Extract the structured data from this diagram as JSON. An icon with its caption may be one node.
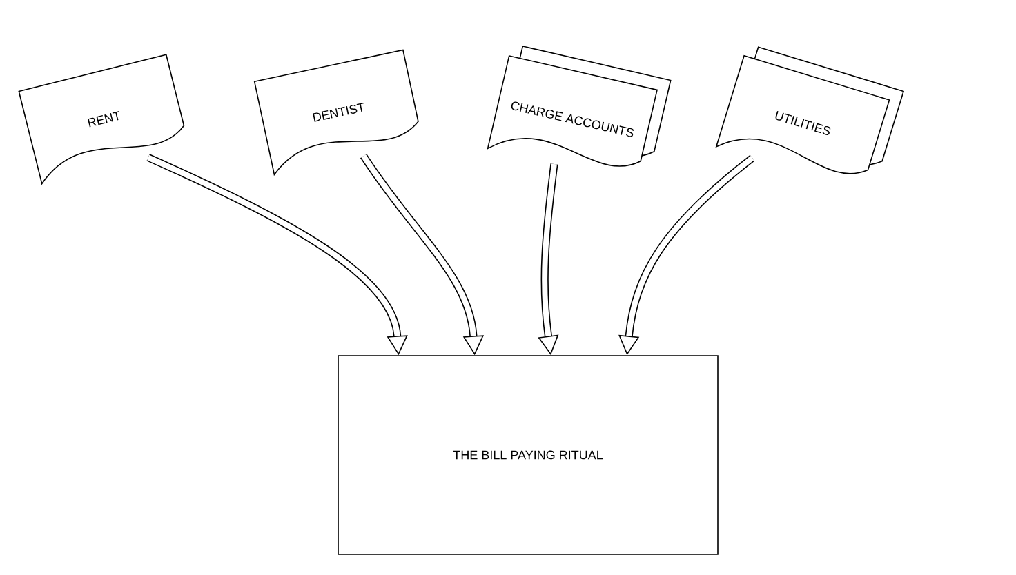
{
  "diagram": {
    "nodes": [
      {
        "text": [
          "RENT"
        ]
      },
      {
        "text": [
          "DENTIST"
        ]
      },
      {
        "text": [
          "CHARGE ACCOUNTS"
        ]
      },
      {
        "text": [
          "UTILITIES"
        ]
      },
      {
        "text": [
          "THE BILL PAYING RITUAL"
        ]
      }
    ],
    "edges": [
      {
        "from": 0,
        "to": 4,
        "arrow": "to"
      },
      {
        "from": 1,
        "to": 4,
        "arrow": "to"
      },
      {
        "from": 2,
        "to": 4,
        "arrow": "to"
      },
      {
        "from": 3,
        "to": 4,
        "arrow": "to"
      }
    ]
  }
}
